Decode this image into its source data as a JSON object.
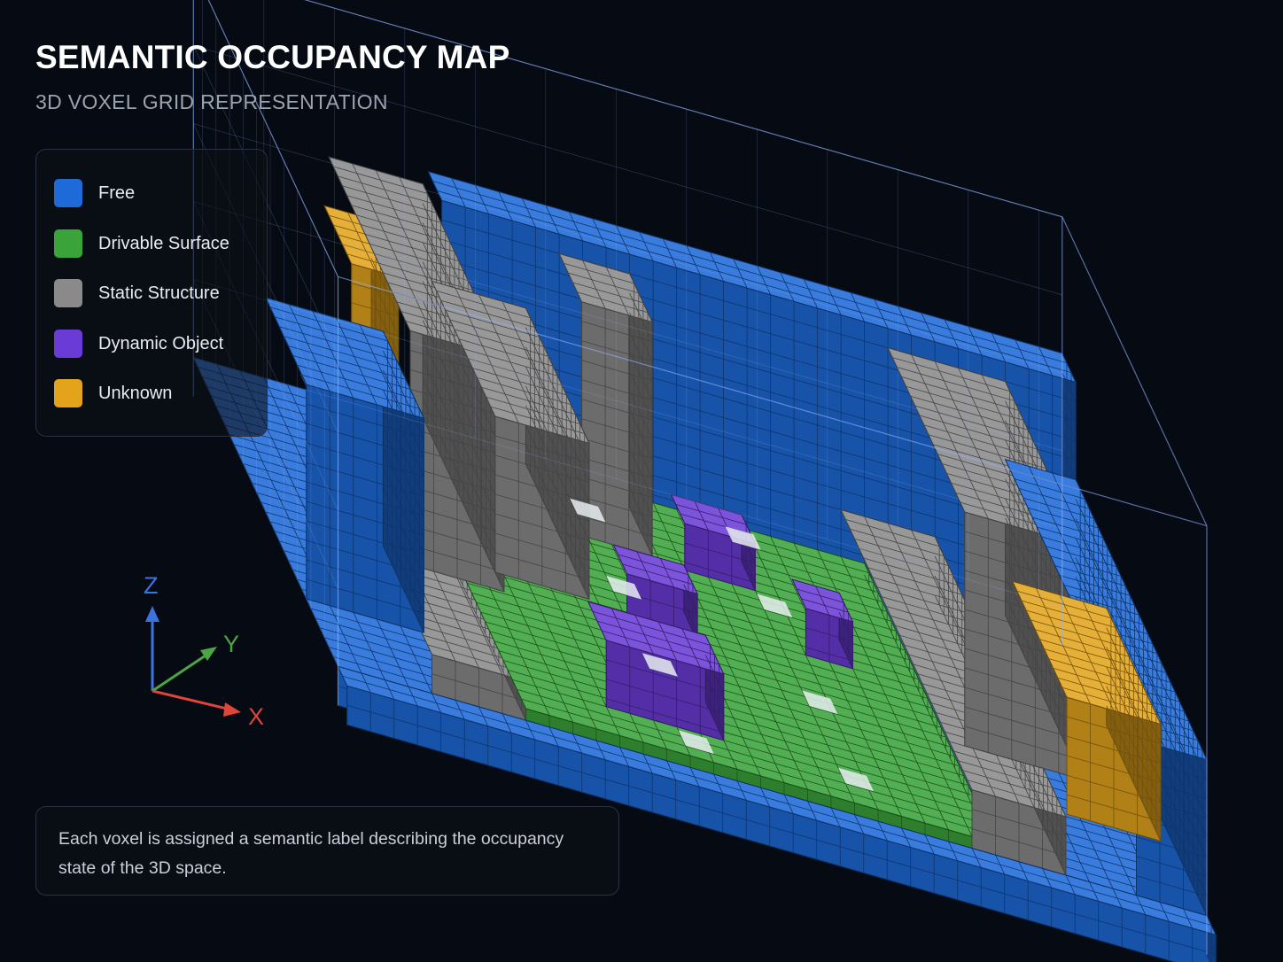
{
  "header": {
    "title": "SEMANTIC OCCUPANCY MAP",
    "subtitle": "3D VOXEL GRID REPRESENTATION"
  },
  "legend": {
    "items": [
      {
        "label": "Free",
        "color": "#1e6ad8"
      },
      {
        "label": "Drivable Surface",
        "color": "#3aa33a"
      },
      {
        "label": "Static Structure",
        "color": "#8a8a8a"
      },
      {
        "label": "Dynamic Object",
        "color": "#6a3bd6"
      },
      {
        "label": "Unknown",
        "color": "#e3a41c"
      }
    ]
  },
  "axes": {
    "z_label": "Z",
    "y_label": "Y",
    "x_label": "X",
    "z_color": "#3b73e0",
    "y_color": "#4aa642",
    "x_color": "#e0443a"
  },
  "caption": {
    "text": "Each voxel is assigned a semantic label describing the occupancy state of the 3D space."
  }
}
